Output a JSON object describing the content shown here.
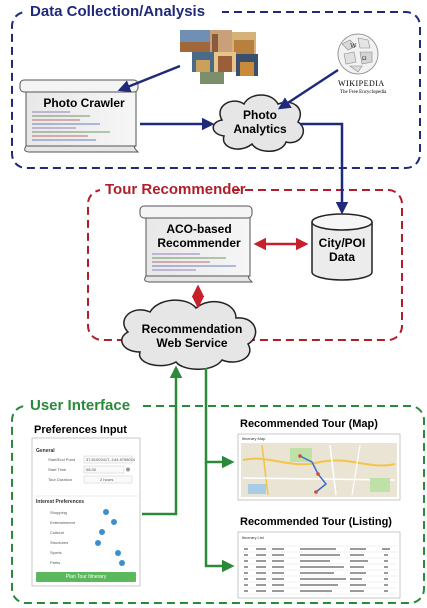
{
  "sections": {
    "data_collection": "Data Collection/Analysis",
    "tour_recommender": "Tour Recommender",
    "user_interface": "User Interface"
  },
  "nodes": {
    "photo_crawler": "Photo Crawler",
    "photo_analytics_1": "Photo",
    "photo_analytics_2": "Analytics",
    "aco_1": "ACO-based",
    "aco_2": "Recommender",
    "city_poi_1": "City/POI",
    "city_poi_2": "Data",
    "web_service_1": "Recommendation",
    "web_service_2": "Web Service"
  },
  "wikipedia": {
    "name": "Wikipedia",
    "tagline": "The Free Encyclopedia"
  },
  "preferences": {
    "title": "Preferences Input",
    "general": "General",
    "fields": [
      {
        "label": "Start/End Point",
        "value": "37.81002417,-144.9758010"
      },
      {
        "label": "Start Time",
        "value": "08:30"
      },
      {
        "label": "Tour Duration",
        "value": "2 hours"
      }
    ],
    "interest_heading": "Interest Preferences",
    "interests": [
      "Shopping",
      "Entertainment",
      "Cultural",
      "Structures",
      "Sports",
      "Parks"
    ],
    "button": "Plan Tour Itinerary"
  },
  "map_panel": {
    "title": "Recommended Tour (Map)",
    "header": "Itinerary Map"
  },
  "listing_panel": {
    "title": "Recommended Tour (Listing)",
    "header": "Itinerary List"
  },
  "colors": {
    "data_collection": "#1f2a7a",
    "tour_recommender": "#b01e2a",
    "user_interface": "#2a8a3a",
    "arrow_blue": "#1f2a7a",
    "arrow_red": "#c8202a",
    "arrow_green": "#2a8a3a"
  }
}
